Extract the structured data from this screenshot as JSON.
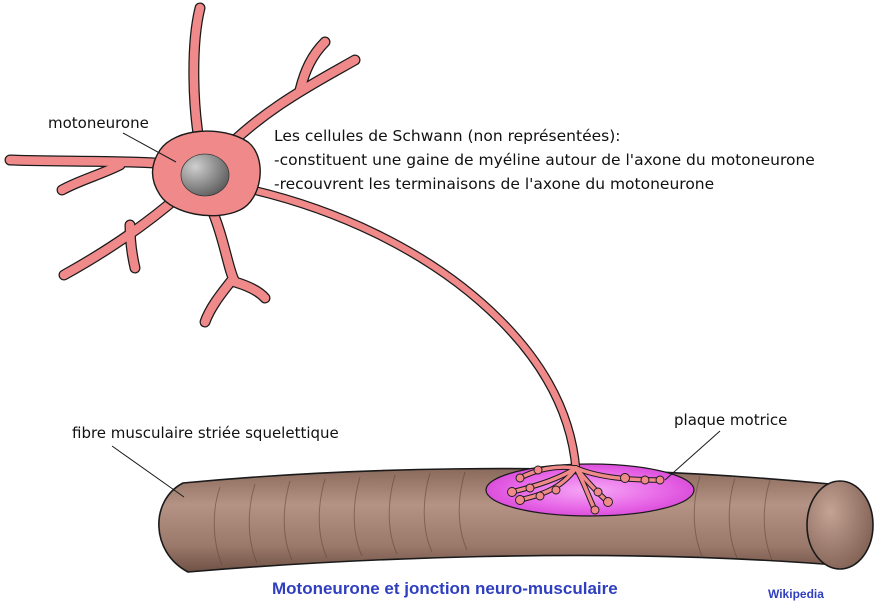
{
  "labels": {
    "motoneurone": "motoneurone",
    "fibre": "fibre musculaire striée squelettique",
    "plaque": "plaque motrice"
  },
  "schwann": {
    "title": "Les cellules de Schwann (non représentées):",
    "line1": "-constituent une gaine de myéline autour de l'axone du motoneurone",
    "line2": "-recouvrent les terminaisons de l'axone du motoneurone"
  },
  "caption": "Motoneurone et jonction neuro-musculaire",
  "credit": "Wikipedia",
  "colors": {
    "neuron_fill": "#f08a8a",
    "neuron_stroke": "#1a1a1a",
    "nucleus": "#8a8a8a",
    "muscle": "#9c7a6c",
    "muscle_dark": "#6e5246",
    "plaque": "#e05ae0",
    "caption": "#2f3fbf",
    "credit": "#2f3fbf"
  }
}
